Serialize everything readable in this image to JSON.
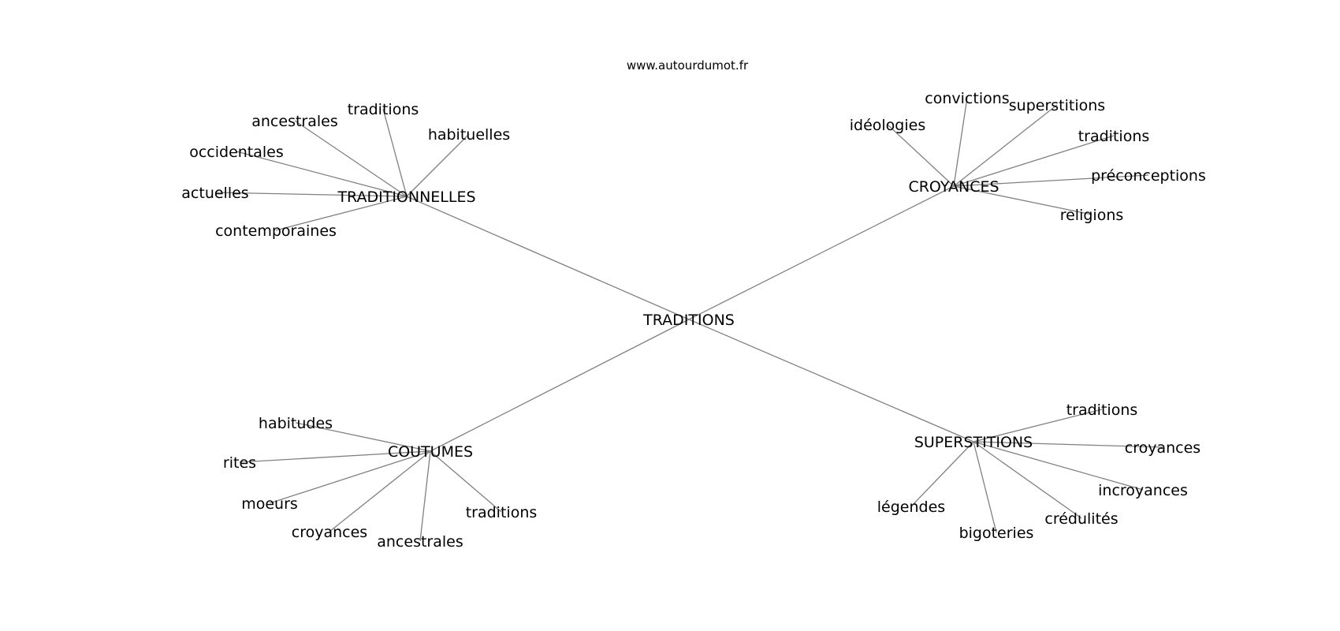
{
  "site_label": "www.autourdumot.fr",
  "diagram": {
    "root": "TRADITIONS",
    "branches": [
      {
        "label": "TRADITIONNELLES",
        "leaves": [
          "ancestrales",
          "traditions",
          "habituelles",
          "occidentales",
          "actuelles",
          "contemporaines"
        ]
      },
      {
        "label": "CROYANCES",
        "leaves": [
          "convictions",
          "superstitions",
          "idéologies",
          "traditions",
          "préconceptions",
          "religions"
        ]
      },
      {
        "label": "COUTUMES",
        "leaves": [
          "habitudes",
          "rites",
          "moeurs",
          "croyances",
          "ancestrales",
          "traditions"
        ]
      },
      {
        "label": "SUPERSTITIONS",
        "leaves": [
          "traditions",
          "croyances",
          "incroyances",
          "crédulités",
          "bigoteries",
          "légendes"
        ]
      }
    ]
  },
  "colors": {
    "edge": "#808080",
    "text": "#000000",
    "background": "#ffffff"
  }
}
